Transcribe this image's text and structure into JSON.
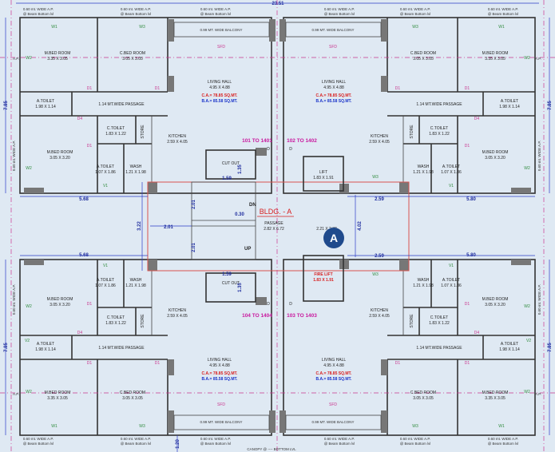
{
  "overall_dimension": "23.51",
  "building": {
    "name": "BLDG. - A",
    "wing": "A"
  },
  "flat_ranges": {
    "top_left": "101 TO 1401",
    "top_right": "102 TO 1402",
    "bottom_left": "104 TO 1404",
    "bottom_right": "103 TO 1403"
  },
  "rooms": {
    "mbed_top": {
      "name": "M.BED ROOM",
      "size": "3.35 X 3.05"
    },
    "cbed_top": {
      "name": "C.BED ROOM",
      "size": "3.05 X 3.05"
    },
    "living": {
      "name": "LIVING HALL",
      "size": "4.95 X 4.88"
    },
    "ca": "C.A.= 78.85 SQ.MT.",
    "ba": "B.A.= 85.58 SQ.MT.",
    "balcony": "0.99 MT. WIDE BALCONY",
    "atoilet_big": {
      "name": "A.TOILET",
      "size": "1.98 X 1.14"
    },
    "passage_wide": "1.14 MT.WIDE PASSAGE",
    "ctoilet": {
      "name": "C.TOILET",
      "size": "1.83 X 1.22"
    },
    "store": "STORE",
    "kitchen": {
      "name": "KITCHEN",
      "size": "2.59 X 4.05"
    },
    "mbed_mid": {
      "name": "M.BED ROOM",
      "size": "3.05 X 3.20"
    },
    "wash": {
      "name": "WASH",
      "size": "1.21 X 1.98"
    },
    "atoilet_small": {
      "name": "A.TOILET",
      "size": "1.07 X 1.86"
    },
    "lift": {
      "name": "LIFT",
      "size": "1.83 X 1.91"
    },
    "fire_lift": {
      "name": "FIRE LIFT",
      "size": "1.83 X 1.91"
    },
    "passage": {
      "name": "PASSAGE",
      "size": "2.82 X 6.72"
    },
    "lobby_size": "2.21 X 2.38",
    "cut_out": "CUT OUT",
    "dn": "DN",
    "up": "UP"
  },
  "beam_note": {
    "line1": "0.60 mt. WIDE A.P.",
    "line2": "@ Beam Bottom lvl"
  },
  "ap_tag": "A.P.",
  "marks": {
    "w1": "W1",
    "w2": "W2",
    "w3": "W3",
    "d": "D",
    "d1": "D1",
    "d4": "D4",
    "v1": "V1",
    "v2": "V2",
    "sfd": "SFD"
  },
  "dims": {
    "d785": "7.85",
    "d568": "5.68",
    "d580": "5.80",
    "d259": "2.59",
    "d201": "2.01",
    "d322": "3.22",
    "d402": "4.02",
    "d159": "1.59",
    "d135": "1.35",
    "d030": "0.30",
    "d120": "1.20"
  },
  "bottom_caption": "CANOPY @ ---- BOTTOM LVL"
}
